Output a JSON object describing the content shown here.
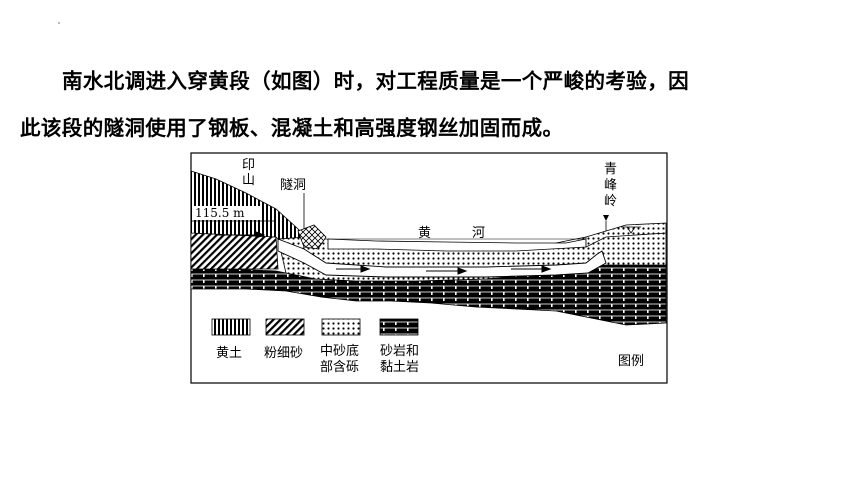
{
  "paragraph": {
    "line1": "南水北调进入穿黄段（如图）时，对工程质量是一个严峻的考验，因",
    "line2": "此该段的隧洞使用了钢板、混凝土和高强度钢丝加固而成。"
  },
  "figure": {
    "labels": {
      "yinshan": "印山",
      "suidong": "隧洞",
      "elevation": "115.5 m",
      "huanghe_1": "黄",
      "huanghe_2": "河",
      "qingfengling": "青峰岭"
    },
    "legend": {
      "title": "图例",
      "items": [
        {
          "name": "loess",
          "label": "黄土"
        },
        {
          "name": "silt-sand",
          "label": "粉细砂"
        },
        {
          "name": "medium-sand",
          "label_line1": "中砂底",
          "label_line2": "部含砾"
        },
        {
          "name": "sandstone-claystone",
          "label_line1": "砂岩和",
          "label_line2": "黏土岩"
        }
      ]
    }
  }
}
